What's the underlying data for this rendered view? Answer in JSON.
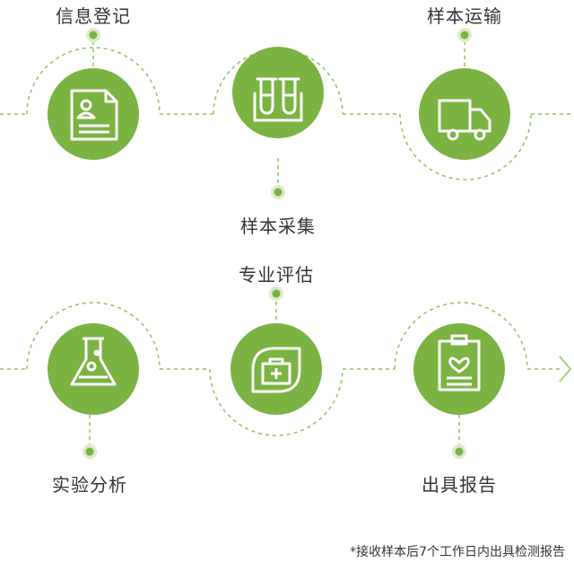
{
  "steps": [
    {
      "label": "信息登记",
      "icon": "registration-form-icon"
    },
    {
      "label": "样本采集",
      "icon": "test-tubes-icon"
    },
    {
      "label": "样本运输",
      "icon": "delivery-truck-icon"
    },
    {
      "label": "实验分析",
      "icon": "lab-flask-icon"
    },
    {
      "label": "专业评估",
      "icon": "medical-kit-icon"
    },
    {
      "label": "出具报告",
      "icon": "clipboard-report-icon"
    }
  ],
  "footnote": "*接收样本后7个工作日内出具检测报告",
  "colors": {
    "accent": "#7bb343",
    "dash": "#8fc35a",
    "text": "#333333",
    "arrow": "#a6d07e"
  }
}
